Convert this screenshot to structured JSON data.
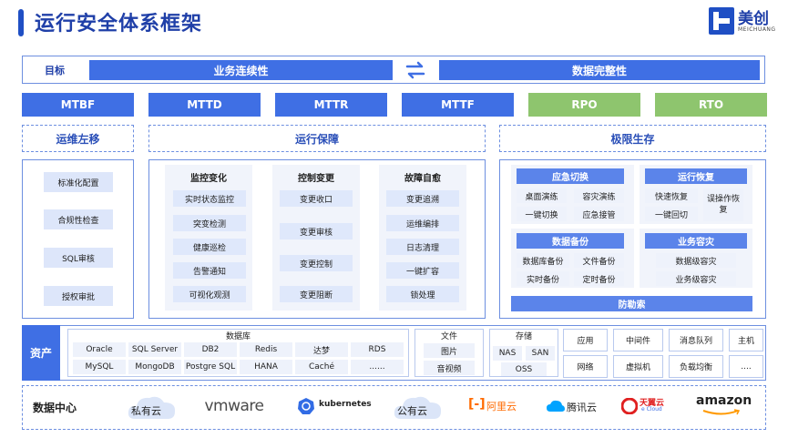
{
  "header": {
    "title": "运行安全体系框架",
    "logo_cn": "美创",
    "logo_en": "MEICHUANG"
  },
  "goals": {
    "label": "目标",
    "left": "业务连续性",
    "right": "数据完整性"
  },
  "metrics": [
    "MTBF",
    "MTTD",
    "MTTR",
    "MTTF",
    "RPO",
    "RTO"
  ],
  "pillars": {
    "left": "运维左移",
    "middle": "运行保障",
    "right": "极限生存"
  },
  "shift_left": [
    "标准化配置",
    "合规性检查",
    "SQL审核",
    "授权审批"
  ],
  "assurance": {
    "monitor": {
      "title": "监控变化",
      "items": [
        "实时状态监控",
        "突变检测",
        "健康巡检",
        "告警通知",
        "可视化观测"
      ]
    },
    "change": {
      "title": "控制变更",
      "items": [
        "变更收口",
        "变更审核",
        "变更控制",
        "变更阻断"
      ]
    },
    "fault": {
      "title": "故障自愈",
      "items": [
        "变更追溯",
        "运维编排",
        "日志清理",
        "一键扩容",
        "锁处理"
      ]
    }
  },
  "survival": {
    "emergency": {
      "title": "应急切换",
      "items": [
        "桌面演练",
        "容灾演练",
        "一键切换",
        "应急接管"
      ]
    },
    "recovery": {
      "title": "运行恢复",
      "items": [
        "快速恢复",
        "一键回切",
        "误操作恢复"
      ]
    },
    "backup": {
      "title": "数据备份",
      "items": [
        "数据库备份",
        "文件备份",
        "实时备份",
        "定时备份"
      ]
    },
    "dr": {
      "title": "业务容灾",
      "items": [
        "数据级容灾",
        "业务级容灾"
      ]
    },
    "ransom": "防勒索"
  },
  "assets": {
    "label": "资产",
    "db_title": "数据库",
    "db_row1": [
      "Oracle",
      "SQL Server",
      "DB2",
      "Redis",
      "达梦",
      "RDS"
    ],
    "db_row2": [
      "MySQL",
      "MongoDB",
      "Postgre SQL",
      "HANA",
      "Caché",
      "......"
    ],
    "file_title": "文件",
    "file_items": [
      "图片",
      "音视频"
    ],
    "storage_title": "存储",
    "storage_items": [
      "NAS",
      "SAN",
      "OSS"
    ],
    "others": [
      "应用",
      "中间件",
      "消息队列",
      "主机",
      "网络",
      "虚拟机",
      "负载均衡",
      "...."
    ]
  },
  "datacenter": {
    "label": "数据中心",
    "items": [
      "私有云",
      "vmware",
      "kubernetes",
      "公有云",
      "阿里云",
      "腾讯云",
      "天翼云",
      "amazon"
    ],
    "tianyi_sub": "e Cloud"
  },
  "colors": {
    "accent": "#3f6fe4",
    "green": "#8ec56e",
    "title": "#1f3fa8"
  }
}
